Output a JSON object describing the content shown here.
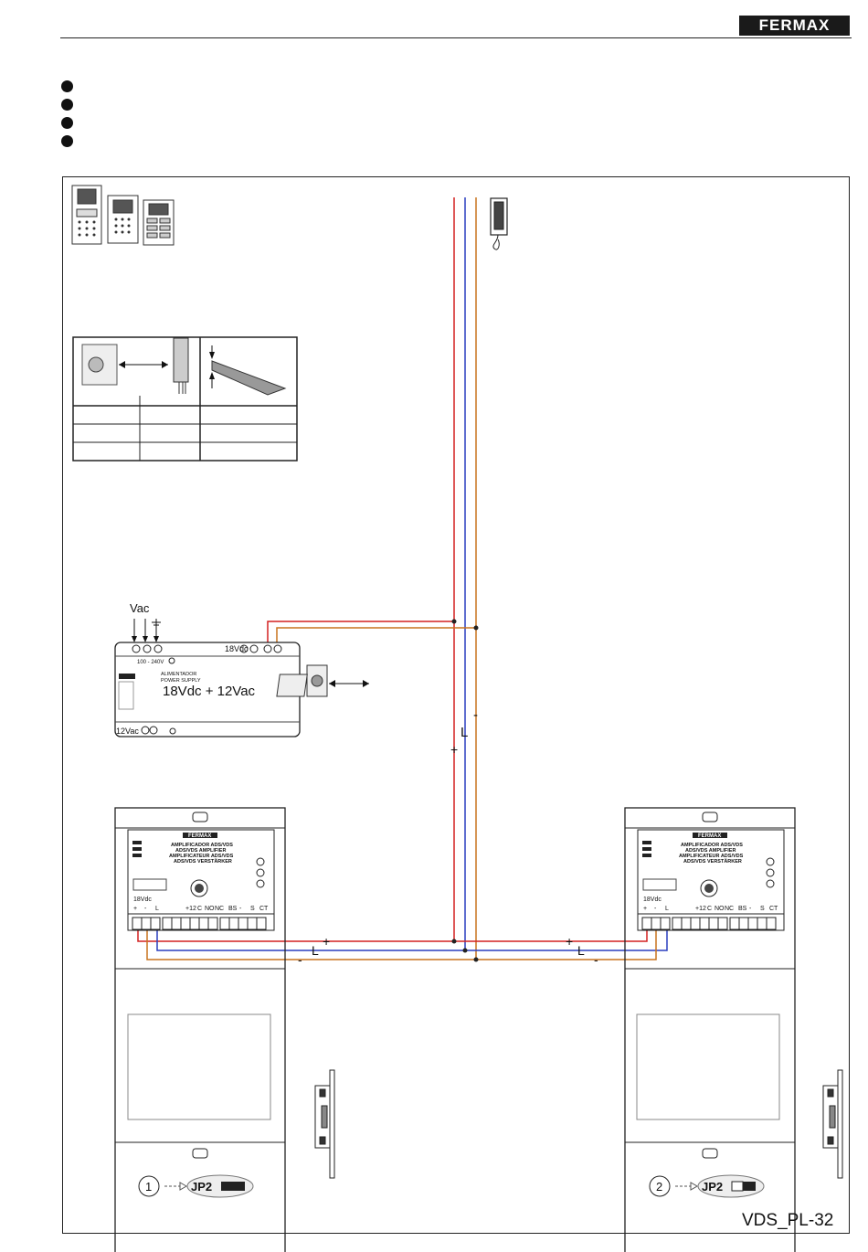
{
  "header": {
    "brand": "FERMAX"
  },
  "labels": {
    "mains_input": "Vac",
    "psu_output_terminal": "18Vdc",
    "psu_ac_terminal": "12Vac",
    "psu_voltage_range": "100 - 240V",
    "psu_title_es": "ALIMENTADOR",
    "psu_title_en": "POWER SUPPLY",
    "psu_rating": "18Vdc + 12Vac",
    "amp_brand": "FERMAX",
    "amp_title_es": "AMPLIFICADOR ADS/VDS",
    "amp_title_en": "ADS/VDS AMPLIFIER",
    "amp_title_fr": "AMPLIFICATEUR ADS/VDS",
    "amp_title_de": "ADS/VDS VERSTÄRKER",
    "amp_supply": "18Vdc",
    "amp_terminals": [
      "+",
      "-",
      "L",
      "+12",
      "C",
      "NO",
      "NC",
      "BS",
      "-",
      "S",
      "CT"
    ],
    "wire_plus": "+",
    "wire_line": "L",
    "wire_minus": "-",
    "jumper_label": "JP2",
    "panel_1_number": "1",
    "panel_2_number": "2",
    "figure_code": "VDS_PL-32"
  },
  "colors": {
    "wire_plus": "#d42020",
    "wire_line": "#2a3fbf",
    "wire_minus": "#c8731e",
    "ink": "#222222"
  }
}
